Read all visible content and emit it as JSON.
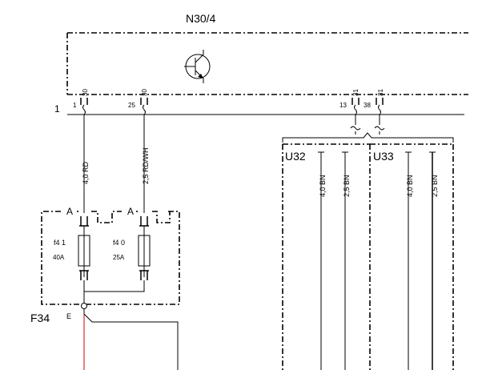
{
  "module": {
    "name": "N30/4"
  },
  "connector": {
    "row_number": "1"
  },
  "pins": [
    {
      "terminal": "30",
      "pin": "1"
    },
    {
      "terminal": "30",
      "pin": "25"
    },
    {
      "terminal": "31",
      "pin": "13"
    },
    {
      "terminal": "31",
      "pin": "38"
    }
  ],
  "wires": [
    {
      "label": "4,0 RD"
    },
    {
      "label": "2,5 RD/WH"
    }
  ],
  "fuse_box": {
    "name": "F34",
    "output_pin": "E",
    "fuses": [
      {
        "slot": "A",
        "name": "f4 1",
        "rating": "40A"
      },
      {
        "slot": "A",
        "name": "f4 0",
        "rating": "25A"
      }
    ]
  },
  "grounds": [
    {
      "name": "U32",
      "wires": [
        "4,0 BN",
        "2,5 BN"
      ]
    },
    {
      "name": "U33",
      "wires": [
        "4,0 BN",
        "2,5 BN"
      ]
    }
  ]
}
